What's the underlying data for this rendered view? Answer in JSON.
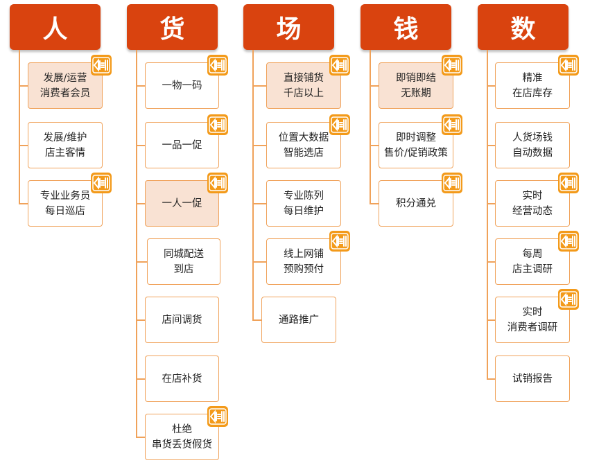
{
  "columns": [
    {
      "title": "人",
      "items": [
        {
          "lines": [
            "发展/运营",
            "消费者会员"
          ],
          "highlight": true,
          "badge": true
        },
        {
          "lines": [
            "发展/维护",
            "店主客情"
          ],
          "highlight": false,
          "badge": false
        },
        {
          "lines": [
            "专业业务员",
            "每日巡店"
          ],
          "highlight": false,
          "badge": true
        }
      ]
    },
    {
      "title": "货",
      "items": [
        {
          "lines": [
            "一物一码"
          ],
          "highlight": false,
          "badge": true
        },
        {
          "lines": [
            "一品一促"
          ],
          "highlight": false,
          "badge": true
        },
        {
          "lines": [
            "一人一促"
          ],
          "highlight": true,
          "badge": true
        },
        {
          "lines": [
            "同城配送",
            "到店"
          ],
          "highlight": false,
          "badge": false
        },
        {
          "lines": [
            "店间调货"
          ],
          "highlight": false,
          "badge": false
        },
        {
          "lines": [
            "在店补货"
          ],
          "highlight": false,
          "badge": false
        },
        {
          "lines": [
            "杜绝",
            "串货丢货假货"
          ],
          "highlight": false,
          "badge": true
        }
      ]
    },
    {
      "title": "场",
      "items": [
        {
          "lines": [
            "直接铺货",
            "千店以上"
          ],
          "highlight": true,
          "badge": true
        },
        {
          "lines": [
            "位置大数据",
            "智能选店"
          ],
          "highlight": false,
          "badge": true
        },
        {
          "lines": [
            "专业陈列",
            "每日维护"
          ],
          "highlight": false,
          "badge": false
        },
        {
          "lines": [
            "线上网铺",
            "预购预付"
          ],
          "highlight": false,
          "badge": true
        },
        {
          "lines": [
            "通路推广"
          ],
          "highlight": false,
          "badge": false
        }
      ]
    },
    {
      "title": "钱",
      "items": [
        {
          "lines": [
            "即销即结",
            "无账期"
          ],
          "highlight": true,
          "badge": true
        },
        {
          "lines": [
            "即时调整",
            "售价/促销政策"
          ],
          "highlight": false,
          "badge": true
        },
        {
          "lines": [
            "积分通兑"
          ],
          "highlight": false,
          "badge": true
        }
      ]
    },
    {
      "title": "数",
      "items": [
        {
          "lines": [
            "精准",
            "在店库存"
          ],
          "highlight": false,
          "badge": true
        },
        {
          "lines": [
            "人货场钱",
            "自动数据"
          ],
          "highlight": false,
          "badge": false
        },
        {
          "lines": [
            "实时",
            "经营动态"
          ],
          "highlight": false,
          "badge": true
        },
        {
          "lines": [
            "每周",
            "店主调研"
          ],
          "highlight": false,
          "badge": true
        },
        {
          "lines": [
            "实时",
            "消费者调研"
          ],
          "highlight": false,
          "badge": true
        },
        {
          "lines": [
            "试销报告"
          ],
          "highlight": false,
          "badge": false
        }
      ]
    }
  ],
  "colors": {
    "header": "#d9430f",
    "line": "#f0a25a",
    "highlight_fill": "#f9e2d3",
    "badge": "#f39a1a"
  },
  "badge_icon": "shop-logo-icon"
}
